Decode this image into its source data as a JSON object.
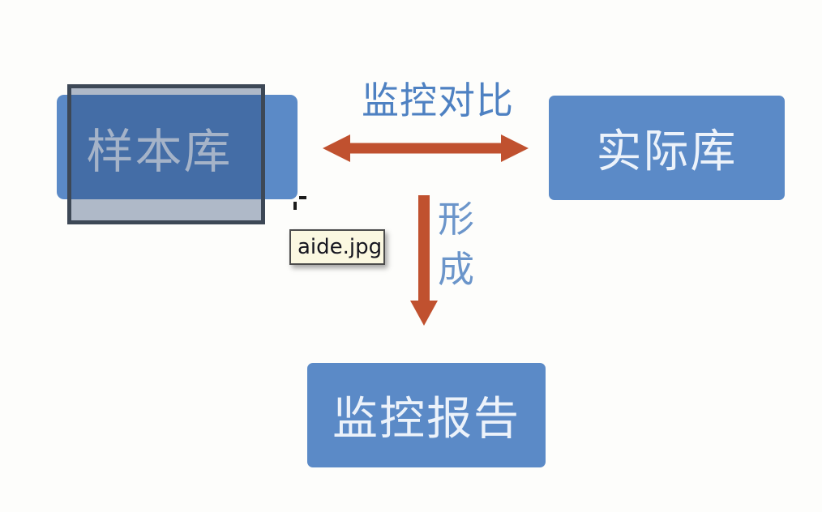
{
  "diagram": {
    "nodes": {
      "sample": {
        "label": "样本库"
      },
      "actual": {
        "label": "实际库"
      },
      "report": {
        "label": "监控报告"
      }
    },
    "edges": {
      "compare": {
        "label": "监控对比",
        "direction": "double-horizontal"
      },
      "form": {
        "label": "形成",
        "direction": "down"
      }
    },
    "colors": {
      "node_fill": "#5b8ac7",
      "node_text": "#ecf2fa",
      "sample_muted_text": "#eef4fb",
      "compare_label_text": "#4e81c2",
      "form_label_text": "#6b95ca",
      "arrow": "#c0512f",
      "selection_border": "#3d4856",
      "selection_fill": "rgba(24,54,104,0.34)",
      "canvas_bg": "#fdfdfb"
    }
  },
  "overlay": {
    "tooltip": {
      "text": "aide.jpg",
      "bg": "#fbf8e1",
      "border": "#4c4c4c"
    }
  }
}
